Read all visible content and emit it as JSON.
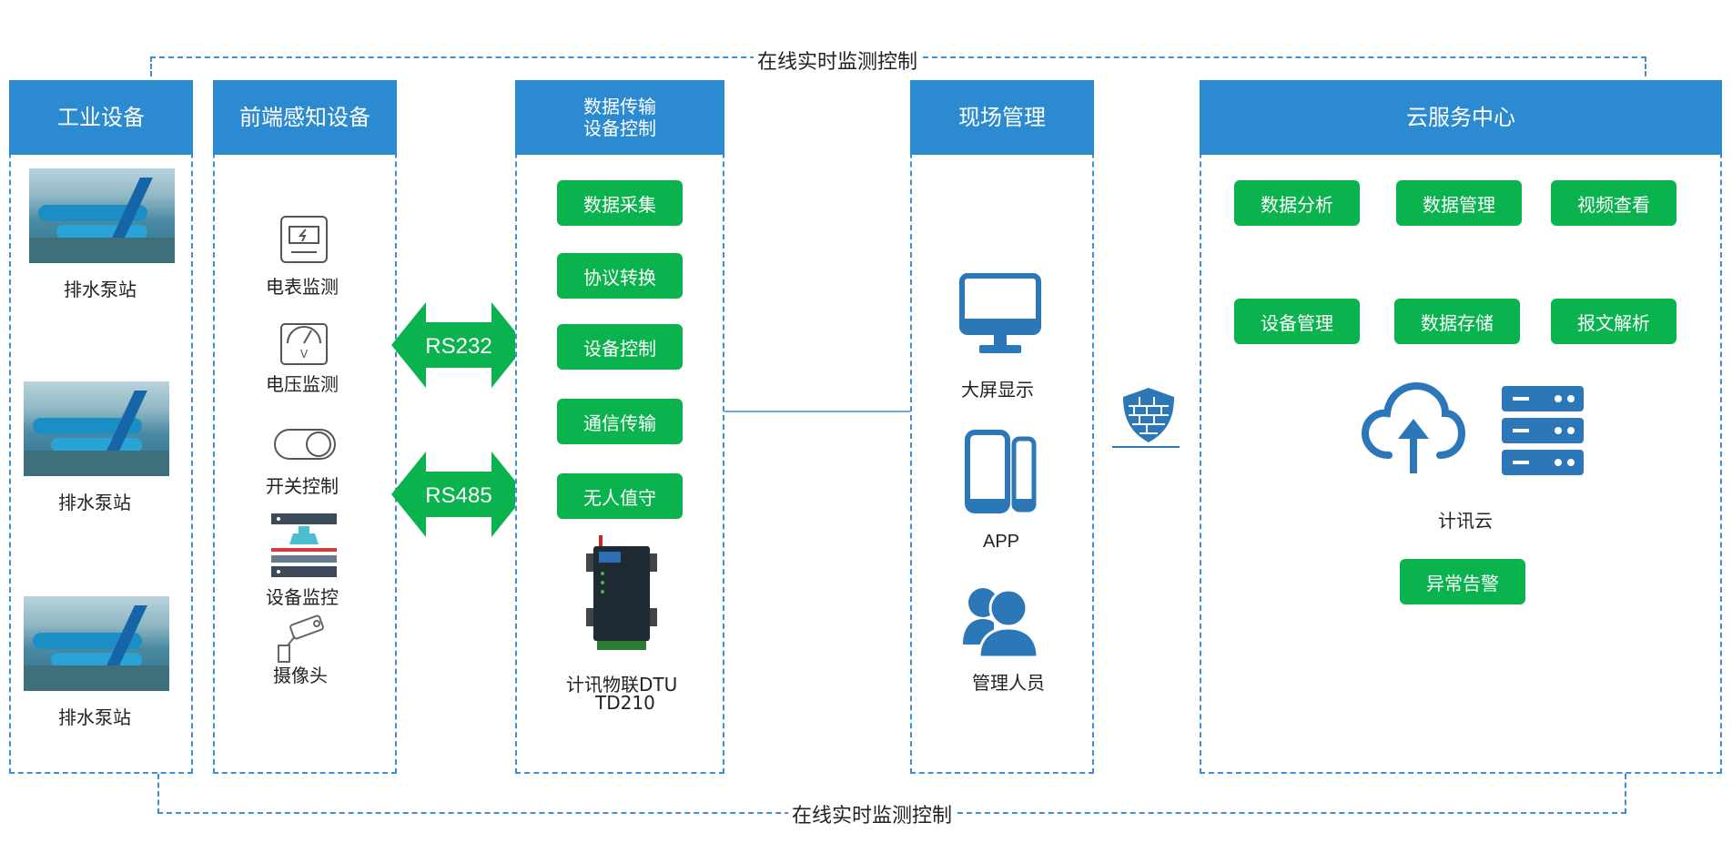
{
  "top_loop_label": "在线实时监测控制",
  "bottom_loop_label": "在线实时监测控制",
  "columns": {
    "industrial": {
      "title": "工业设备",
      "items": [
        "排水泵站",
        "排水泵站",
        "排水泵站"
      ]
    },
    "sensing": {
      "title": "前端感知设备",
      "items": [
        "电表监测",
        "电压监测",
        "开关控制",
        "设备监控",
        "摄像头"
      ]
    },
    "transmission": {
      "title_line1": "数据传输",
      "title_line2": "设备控制",
      "buttons": [
        "数据采集",
        "协议转换",
        "设备控制",
        "通信传输",
        "无人值守"
      ],
      "device_line1": "计讯物联DTU",
      "device_line2": "TD210"
    },
    "site": {
      "title": "现场管理",
      "items": [
        "大屏显示",
        "APP",
        "管理人员"
      ]
    },
    "cloud": {
      "title": "云服务中心",
      "buttons_row1": [
        "数据分析",
        "数据管理",
        "视频查看"
      ],
      "buttons_row2": [
        "设备管理",
        "数据存储",
        "报文解析"
      ],
      "cloud_label": "计讯云",
      "alarm_button": "异常告警"
    }
  },
  "arrows": [
    "RS232",
    "RS485"
  ],
  "colors": {
    "header_blue": "#2c8ad0",
    "dash_blue": "#3d8fd9",
    "button_green": "#0bb34f",
    "icon_blue": "#2b77b8"
  }
}
